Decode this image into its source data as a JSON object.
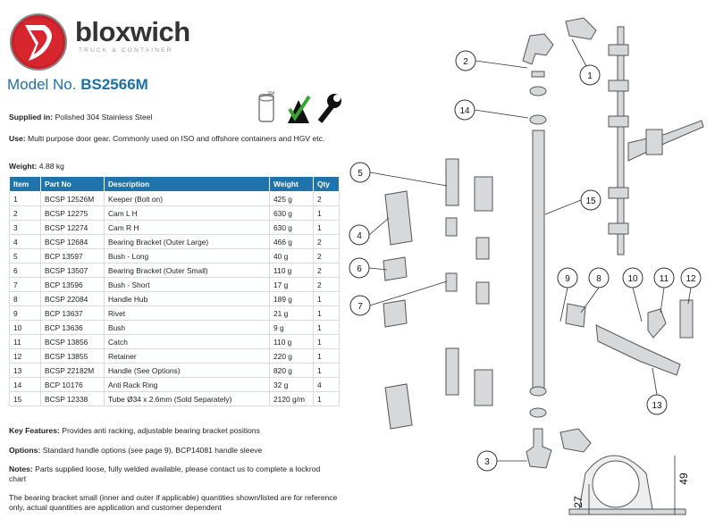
{
  "brand": {
    "name": "bloxwich",
    "tagline": "TRUCK & CONTAINER"
  },
  "model": {
    "prefix": "Model No.",
    "number": "BS2566M"
  },
  "icons": [
    "grease-pot-icon",
    "checkmark-icon",
    "wrench-icon"
  ],
  "supplied": {
    "label": "Supplied in:",
    "value": "Polished 304 Stainless Steel"
  },
  "use": {
    "label": "Use:",
    "value": "Multi purpose door gear. Commonly used on ISO and offshore containers and HGV etc."
  },
  "weight": {
    "label": "Weight:",
    "value": "4.88 kg"
  },
  "table": {
    "headers": [
      "Item",
      "Part No",
      "Description",
      "Weight",
      "Qty"
    ],
    "rows": [
      [
        "1",
        "BCSP 12526M",
        "Keeper (Bolt on)",
        "425 g",
        "2"
      ],
      [
        "2",
        "BCSP 12275",
        "Cam L H",
        "630 g",
        "1"
      ],
      [
        "3",
        "BCSP 12274",
        "Cam R H",
        "630 g",
        "1"
      ],
      [
        "4",
        "BCSP 12684",
        "Bearing Bracket (Outer Large)",
        "466 g",
        "2"
      ],
      [
        "5",
        "BCP 13597",
        "Bush - Long",
        "40 g",
        "2"
      ],
      [
        "6",
        "BCSP 13507",
        "Bearing Bracket (Outer Small)",
        "110 g",
        "2"
      ],
      [
        "7",
        "BCP 13596",
        "Bush - Short",
        "17 g",
        "2"
      ],
      [
        "8",
        "BCSP 22084",
        "Handle Hub",
        "189 g",
        "1"
      ],
      [
        "9",
        "BCP 13637",
        "Rivet",
        "21 g",
        "1"
      ],
      [
        "10",
        "BCP 13636",
        "Bush",
        "9 g",
        "1"
      ],
      [
        "11",
        "BCSP 13856",
        "Catch",
        "110 g",
        "1"
      ],
      [
        "12",
        "BCSP 13855",
        "Retainer",
        "220 g",
        "1"
      ],
      [
        "13",
        "BCSP 22182M",
        "Handle (See Options)",
        "820 g",
        "1"
      ],
      [
        "14",
        "BCP 10176",
        "Anti Rack Ring",
        "32 g",
        "4"
      ],
      [
        "15",
        "BCSP 12338",
        "Tube Ø34 x 2.6mm (Sold Separately)",
        "2120 g/m",
        "1"
      ]
    ]
  },
  "key_features": {
    "label": "Key Features:",
    "value": "Provides anti racking, adjustable bearing bracket positions"
  },
  "options": {
    "label": "Options:",
    "value": "Standard handle options (see page 9), BCP14081 handle sleeve"
  },
  "notes": {
    "label": "Notes:",
    "value": "Parts supplied loose, fully welded available, please contact us to complete a lockrod chart"
  },
  "disclaimer": "The bearing bracket small (inner and outer if applicable) quantities shown/listed are for reference only, actual quantities are application and customer dependent",
  "diagram": {
    "callouts": [
      "1",
      "2",
      "3",
      "4",
      "5",
      "6",
      "7",
      "8",
      "9",
      "10",
      "11",
      "12",
      "13",
      "14",
      "15"
    ],
    "dimensions": [
      "27",
      "49"
    ]
  }
}
